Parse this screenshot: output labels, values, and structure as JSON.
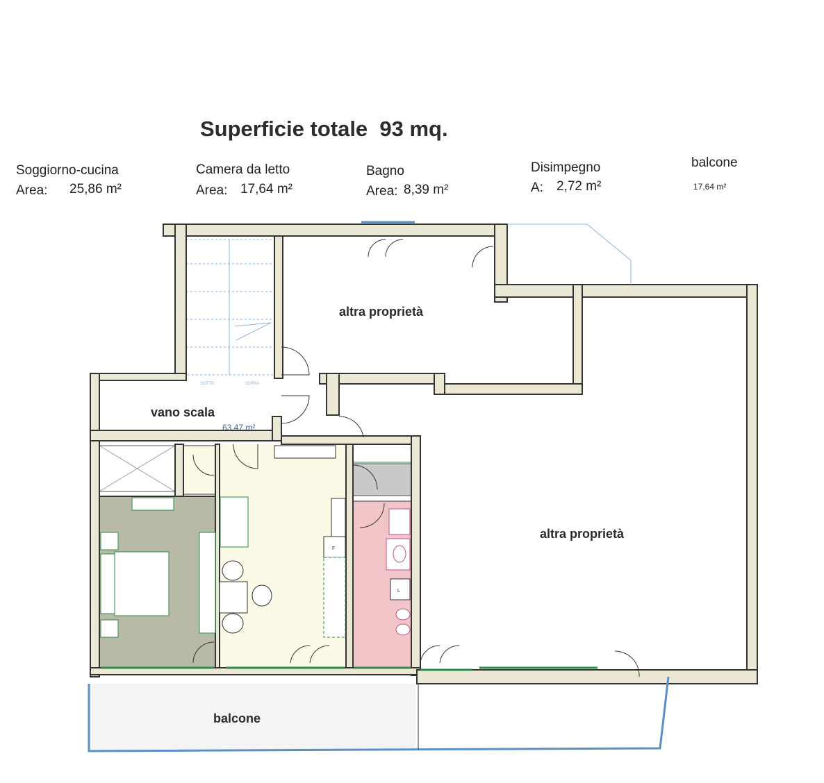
{
  "title": "Superficie totale  93 mq.",
  "rooms_legend": [
    {
      "name": "Soggiorno-cucina",
      "area_label": "Area:",
      "area": "25,86 m²"
    },
    {
      "name": "Camera da letto",
      "area_label": "Area:",
      "area": "17,64 m²"
    },
    {
      "name": "Bagno",
      "area_label": "Area:",
      "area": "8,39 m²"
    },
    {
      "name": "Disimpegno",
      "area_label": "A:",
      "area": "2,72 m²"
    },
    {
      "name": "balcone",
      "area_label": "",
      "area": "17,64 m²"
    }
  ],
  "plan": {
    "altra_proprieta_top": "altra proprietà",
    "altra_proprieta_right": "altra proprietà",
    "vano_scala": "vano scala",
    "vano_scala_area": "63,47 m²",
    "balcone": "balcone",
    "stair_down": "SOTTO",
    "stair_up": "SOPRA",
    "fridge_mark": "F",
    "washer_mark": "L"
  },
  "colors": {
    "wall": "#ebe9d6",
    "bedroom": "#b9b9a7",
    "kitchen": "#fbfae6",
    "bathroom": "#f2c6c8",
    "closet": "#c9c9c9",
    "window": "#2e8b4a",
    "balcony_outline": "#5b8fc8"
  }
}
